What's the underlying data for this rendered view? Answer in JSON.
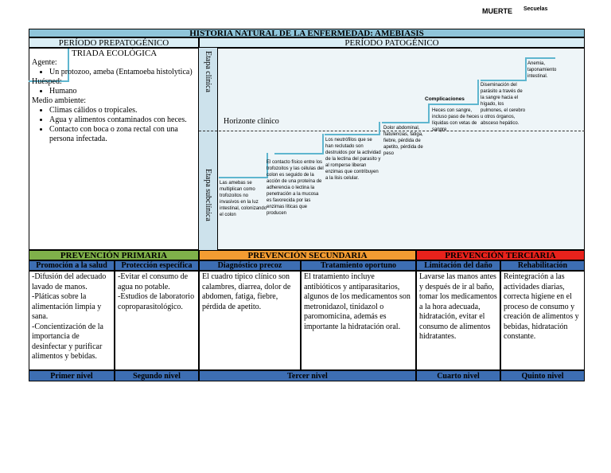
{
  "top_labels": {
    "muerte": "MUERTE",
    "secuelas": "Secuelas"
  },
  "title": "HISTORIA NATURAL DE LA ENFERMEDAD: AMEBIASIS",
  "periods": {
    "prepatogenico": "PERÍODO PREPATOGÉNICO",
    "patogenico": "PERÍODO PATOGÉNICO"
  },
  "triada": {
    "heading": "TRIADA ECOLÓGICA",
    "agente_label": "Agente:",
    "agente_items": [
      "Un protozoo, ameba (Entamoeba histolytica)"
    ],
    "huesped_label": "Huésped:",
    "huesped_items": [
      "Humano"
    ],
    "medio_label": "Medio ambiente:",
    "medio_items": [
      "Climas cálidos o tropicales.",
      "Agua y alimentos contaminados con heces.",
      "Contacto con boca o zona rectal con una persona infectada."
    ]
  },
  "etapas": {
    "clinica": "Etapa clínica",
    "subclinica": "Etapa subclínica"
  },
  "horizonte": "Horizonte clínico",
  "steps": {
    "s1": "Las amebas se multiplican como trofozoitos no invasivos en la luz intestinal, colonizando el colon",
    "s2": "El contacto físico entre los trofozoitos y las células del colon es seguido de la acción de una proteína de adherencia o lectina la penetración a la mucosa es favorecida por las enzimas líticas que producen",
    "s3": "Los neutrófilos que se han reclutado son destruidos por la actividad de la lectina del parasito y al romperse liberan enzimas que contribuyen a la lisis celular.",
    "s4": "Dolor abdominal, flatulencias, fatiga, fiebre, pérdida de apetito, pérdida de peso",
    "s5_heading": "Complicaciones",
    "s5": "Heces con sangre, incluso paso de heces líquidas con vetas de sangre",
    "s6": "Diseminación del parásito a través de la sangre hacia el hígado, los pulmones, el cerebro u otros órganos, absceso hepático.",
    "s7": "Anemia, taponamiento intestinal."
  },
  "prevencion": {
    "primaria": "PREVENCIÓN PRIMARIA",
    "secundaria": "PREVENCIÓN SECUNDARIA",
    "terciaria": "PREVENCIÓN TERCIARIA"
  },
  "subheaders": {
    "promocion": "Promoción a la salud",
    "proteccion": "Protección específica",
    "diagnostico": "Diagnóstico precoz",
    "tratamiento": "Tratamiento oportuno",
    "limitacion": "Limitación del daño",
    "rehabilitacion": "Rehabilitación"
  },
  "cells": {
    "promocion": "-Difusión del adecuado lavado de manos.\n-Pláticas sobre la alimentación limpia y sana.\n-Concientización de la importancia de desinfectar y purificar alimentos y bebidas.",
    "proteccion": "-Evitar el consumo de agua no potable.\n-Estudios de laboratorio coproparasitológico.",
    "diagnostico": "El cuadro típico clínico son calambres, diarrea, dolor de abdomen, fatiga, fiebre, pérdida de apetito.",
    "tratamiento": "El tratamiento incluye antibióticos y antiparasitarios, algunos de los medicamentos son metronidazol, tinidazol o paromomicina, además es importante la hidratación oral.",
    "limitacion": "Lavarse las manos antes y después de ir al baño, tomar los medicamentos a la hora adecuada, hidratación, evitar el consumo de alimentos hidratantes.",
    "rehabilitacion": "Reintegración a las actividades diarias, correcta higiene en el proceso de consumo y creación de alimentos y bebidas, hidratación constante."
  },
  "niveles": {
    "primer": "Primer nivel",
    "segundo": "Segundo nivel",
    "tercer": "Tercer nivel",
    "cuarto": "Cuarto nivel",
    "quinto": "Quinto nivel"
  },
  "colors": {
    "title_bg": "#8fc5da",
    "primaria": "#7fb04a",
    "secundaria": "#f39c32",
    "terciaria": "#e8221c",
    "level_bg": "#3d6eb3",
    "step_line": "#5fb6cf"
  }
}
